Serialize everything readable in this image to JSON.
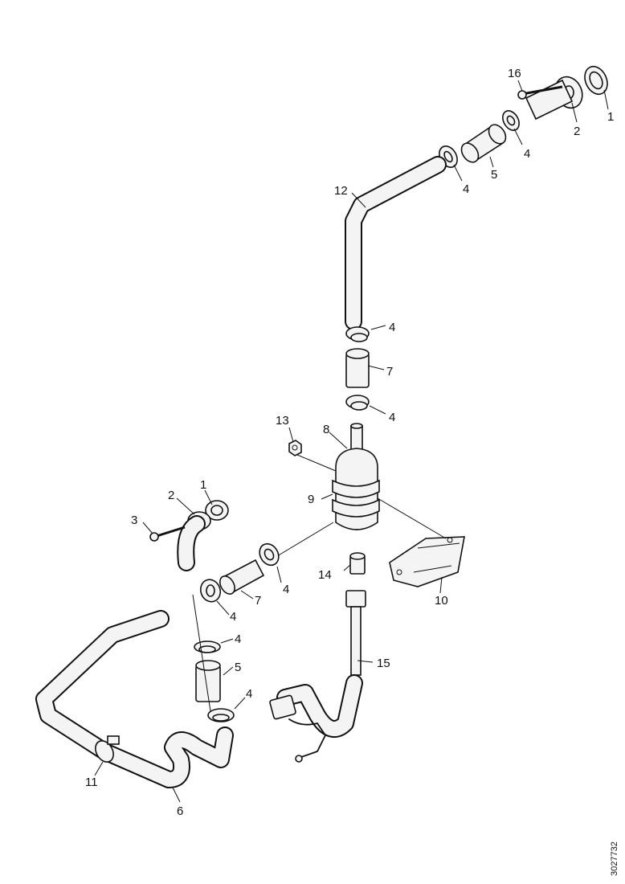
{
  "diagram": {
    "figure_code": "3027732",
    "callouts": [
      {
        "id": "c1a",
        "text": "1"
      },
      {
        "id": "c1b",
        "text": "1"
      },
      {
        "id": "c2a",
        "text": "2"
      },
      {
        "id": "c2b",
        "text": "2"
      },
      {
        "id": "c3",
        "text": "3"
      },
      {
        "id": "c4a",
        "text": "4"
      },
      {
        "id": "c4b",
        "text": "4"
      },
      {
        "id": "c4c",
        "text": "4"
      },
      {
        "id": "c4d",
        "text": "4"
      },
      {
        "id": "c4e",
        "text": "4"
      },
      {
        "id": "c4f",
        "text": "4"
      },
      {
        "id": "c4g",
        "text": "4"
      },
      {
        "id": "c4h",
        "text": "4"
      },
      {
        "id": "c5a",
        "text": "5"
      },
      {
        "id": "c5b",
        "text": "5"
      },
      {
        "id": "c6",
        "text": "6"
      },
      {
        "id": "c7a",
        "text": "7"
      },
      {
        "id": "c7b",
        "text": "7"
      },
      {
        "id": "c8",
        "text": "8"
      },
      {
        "id": "c9",
        "text": "9"
      },
      {
        "id": "c10",
        "text": "10"
      },
      {
        "id": "c11",
        "text": "11"
      },
      {
        "id": "c12",
        "text": "12"
      },
      {
        "id": "c13",
        "text": "13"
      },
      {
        "id": "c14",
        "text": "14"
      },
      {
        "id": "c15",
        "text": "15"
      },
      {
        "id": "c16",
        "text": "16"
      }
    ]
  }
}
